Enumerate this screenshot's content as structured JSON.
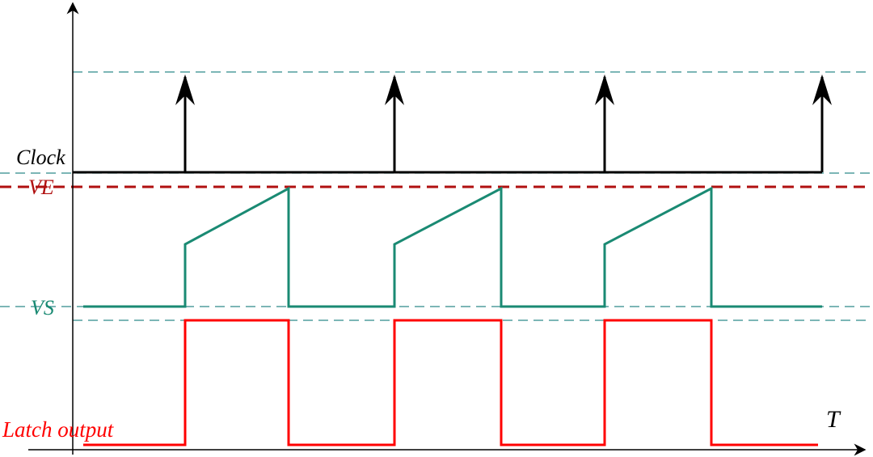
{
  "labels": {
    "clock": "Clock",
    "ve": "VE",
    "vs": "VS",
    "latch_output": "Latch output",
    "time_axis": "T"
  },
  "colors": {
    "axis": "#000000",
    "clock": "#000000",
    "ve": "#b01010",
    "vs": "#1a8a73",
    "latch": "#ff0000",
    "guide": "#2e8b8b"
  },
  "signals": {
    "clock_pulse_times": [
      229,
      488,
      748,
      1017
    ],
    "vs_cycles": [
      {
        "rise_time": 229,
        "fall_time": 357
      },
      {
        "rise_time": 488,
        "fall_time": 620
      },
      {
        "rise_time": 748,
        "fall_time": 880
      }
    ],
    "latch_high_intervals": [
      [
        229,
        357
      ],
      [
        488,
        620
      ],
      [
        748,
        880
      ]
    ]
  }
}
